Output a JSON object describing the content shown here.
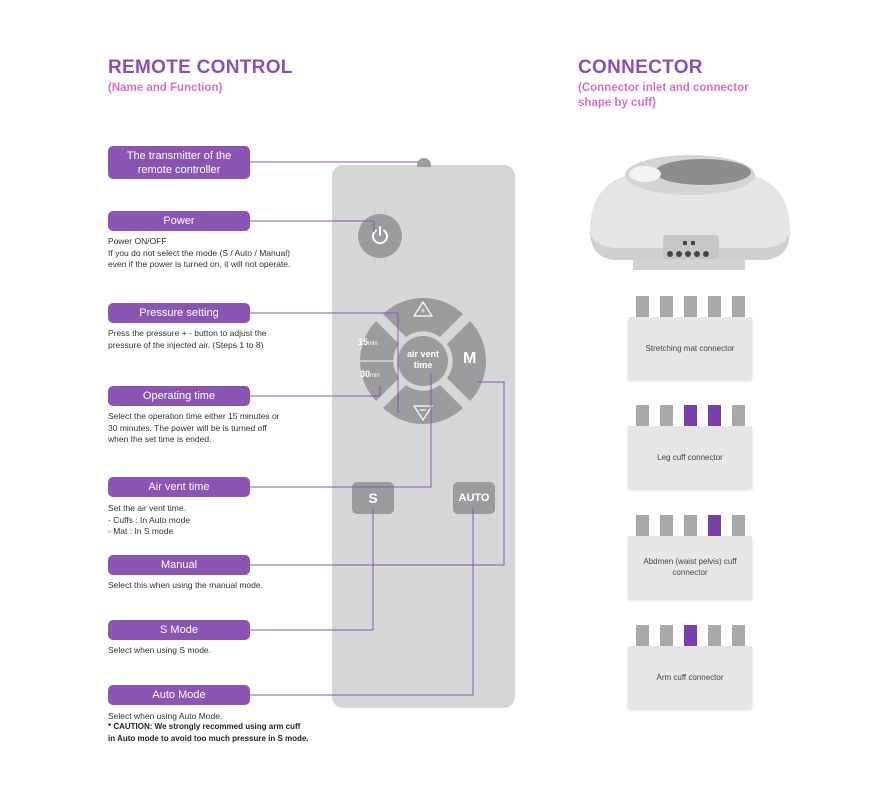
{
  "remote_section": {
    "title": "REMOTE CONTROL",
    "subtitle": "(Name and Function)"
  },
  "connector_section": {
    "title": "CONNECTOR",
    "subtitle_line1": "(Connector inlet and connector",
    "subtitle_line2": "shape by cuff)"
  },
  "labels": {
    "transmitter_line1": "The transmitter of the",
    "transmitter_line2": "remote controller",
    "power": "Power",
    "power_desc": "Power ON/OFF\nIf you do not select the mode (S / Auto / Manual)\neven if the power is turned on, it will not operate.",
    "pressure": "Pressure setting",
    "pressure_desc": "Press the pressure + - button to adjust the\npressure of the injected air. (Steps 1 to 8)",
    "operating": "Operating time",
    "operating_desc": "Select the operation time either 15 minutes or\n30 minutes. The power will be is turned off\nwhen the set time is ended.",
    "airvent": "Air vent time",
    "airvent_desc": "Set the air vent time.\n- Cuffs : In Auto mode\n- Mat : In S mode",
    "manual": "Manual",
    "manual_desc": "Select this when using the manual mode.",
    "smode": "S Mode",
    "smode_desc": "Select when using S mode.",
    "automode": "Auto Mode",
    "automode_desc": "Select when using Auto Mode.",
    "caution": "* CAUTION: We strongly recommed using arm cuff\n in Auto mode to avoid too much pressure in S mode."
  },
  "remote": {
    "time15": "15",
    "time30": "30",
    "min": "min",
    "center_line1": "air vent",
    "center_line2": "time",
    "m_button": "M",
    "s_button": "S",
    "auto_button": "AUTO"
  },
  "connectors": [
    {
      "label_line1": "Stretching mat connector",
      "label_line2": "",
      "active_pins": []
    },
    {
      "label_line1": "Leg cuff connector",
      "label_line2": "",
      "active_pins": [
        3,
        4
      ]
    },
    {
      "label_line1": "Abdmen (waist pelvis) cuff",
      "label_line2": "connector",
      "active_pins": [
        4
      ]
    },
    {
      "label_line1": "Arm cuff connector",
      "label_line2": "",
      "active_pins": [
        3
      ]
    }
  ],
  "colors": {
    "heading": "#8a4fb8",
    "subheading": "#d86fc9",
    "pill": "#8a55b3",
    "remote_body": "#d6d6d8",
    "button_gray": "#9b9b9d",
    "active_pin": "#7a3fa8"
  }
}
